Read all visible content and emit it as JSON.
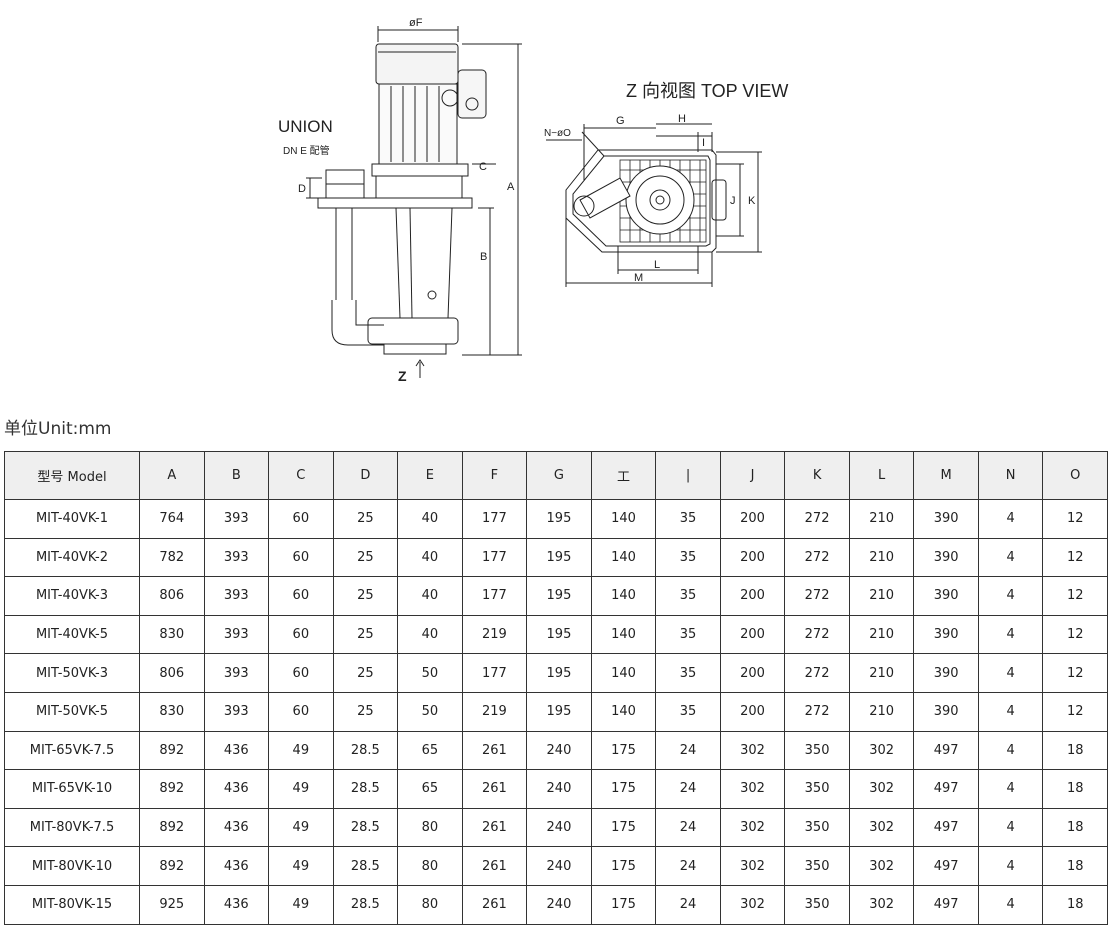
{
  "drawing": {
    "union_label": "UNION",
    "dn_label": "DN E 配管",
    "f_label": "øF",
    "a_label": "A",
    "b_label": "B",
    "c_label": "C",
    "d_label": "D",
    "z_arrow_label": "Z",
    "top_view_title": "Z  向视图 TOP VIEW",
    "n_label": "N−øO",
    "g_label": "G",
    "h_label": "H",
    "i_label": "I",
    "j_label": "J",
    "k_label": "K",
    "l_label": "L",
    "m_label": "M"
  },
  "unit_label": "单位Unit:mm",
  "table": {
    "headers": [
      "型号 Model",
      "A",
      "B",
      "C",
      "D",
      "E",
      "F",
      "G",
      "工",
      "|",
      "J",
      "K",
      "L",
      "M",
      "N",
      "O"
    ],
    "rows": [
      [
        "MIT-40VK-1",
        "764",
        "393",
        "60",
        "25",
        "40",
        "177",
        "195",
        "140",
        "35",
        "200",
        "272",
        "210",
        "390",
        "4",
        "12"
      ],
      [
        "MIT-40VK-2",
        "782",
        "393",
        "60",
        "25",
        "40",
        "177",
        "195",
        "140",
        "35",
        "200",
        "272",
        "210",
        "390",
        "4",
        "12"
      ],
      [
        "MIT-40VK-3",
        "806",
        "393",
        "60",
        "25",
        "40",
        "177",
        "195",
        "140",
        "35",
        "200",
        "272",
        "210",
        "390",
        "4",
        "12"
      ],
      [
        "MIT-40VK-5",
        "830",
        "393",
        "60",
        "25",
        "40",
        "219",
        "195",
        "140",
        "35",
        "200",
        "272",
        "210",
        "390",
        "4",
        "12"
      ],
      [
        "MIT-50VK-3",
        "806",
        "393",
        "60",
        "25",
        "50",
        "177",
        "195",
        "140",
        "35",
        "200",
        "272",
        "210",
        "390",
        "4",
        "12"
      ],
      [
        "MIT-50VK-5",
        "830",
        "393",
        "60",
        "25",
        "50",
        "219",
        "195",
        "140",
        "35",
        "200",
        "272",
        "210",
        "390",
        "4",
        "12"
      ],
      [
        "MIT-65VK-7.5",
        "892",
        "436",
        "49",
        "28.5",
        "65",
        "261",
        "240",
        "175",
        "24",
        "302",
        "350",
        "302",
        "497",
        "4",
        "18"
      ],
      [
        "MIT-65VK-10",
        "892",
        "436",
        "49",
        "28.5",
        "65",
        "261",
        "240",
        "175",
        "24",
        "302",
        "350",
        "302",
        "497",
        "4",
        "18"
      ],
      [
        "MIT-80VK-7.5",
        "892",
        "436",
        "49",
        "28.5",
        "80",
        "261",
        "240",
        "175",
        "24",
        "302",
        "350",
        "302",
        "497",
        "4",
        "18"
      ],
      [
        "MIT-80VK-10",
        "892",
        "436",
        "49",
        "28.5",
        "80",
        "261",
        "240",
        "175",
        "24",
        "302",
        "350",
        "302",
        "497",
        "4",
        "18"
      ],
      [
        "MIT-80VK-15",
        "925",
        "436",
        "49",
        "28.5",
        "80",
        "261",
        "240",
        "175",
        "24",
        "302",
        "350",
        "302",
        "497",
        "4",
        "18"
      ]
    ]
  }
}
